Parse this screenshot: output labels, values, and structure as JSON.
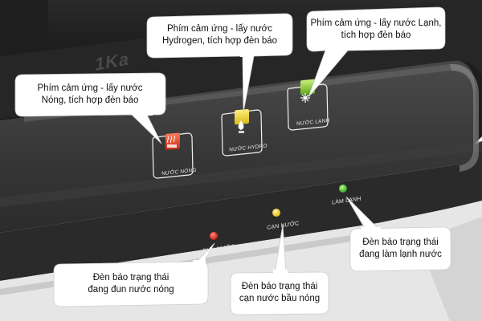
{
  "brand_text": "1Ka",
  "callouts": {
    "hot_water_button": [
      "Phím cảm ứng - lấy nước",
      "Nóng, tích hợp đèn báo"
    ],
    "hydrogen_button": [
      "Phím cảm ứng - lấy nước",
      "Hydrogen, tích hợp đèn báo"
    ],
    "cold_water_button": [
      "Phím cảm ứng - lấy nước Lạnh,",
      "tích hợp đèn báo"
    ],
    "heating_light": [
      "Đèn báo trạng thái",
      "đang đun nước nóng"
    ],
    "low_water_light": [
      "Đèn báo trạng thái",
      "cạn nước bầu nóng"
    ],
    "cooling_light": [
      "Đèn báo trạng thái",
      "đang làm lạnh nước"
    ]
  },
  "button_labels": {
    "hot": "NƯỚC NÓNG",
    "hydrogen": "NƯỚC HYDRO",
    "cold": "NƯỚC LẠNH"
  },
  "indicator_labels": {
    "heating": "ĐUN NƯỚC",
    "low_water": "CẠN NƯỚC",
    "cooling": "LÀM LẠNH"
  },
  "colors": {
    "hot_button": "#e8432b",
    "hydrogen_button": "#e9d23a",
    "cold_button": "#8cd13b",
    "heating_lamp": "#e0201b",
    "low_water_lamp": "#f2d21c",
    "cooling_lamp": "#3fc21f"
  }
}
